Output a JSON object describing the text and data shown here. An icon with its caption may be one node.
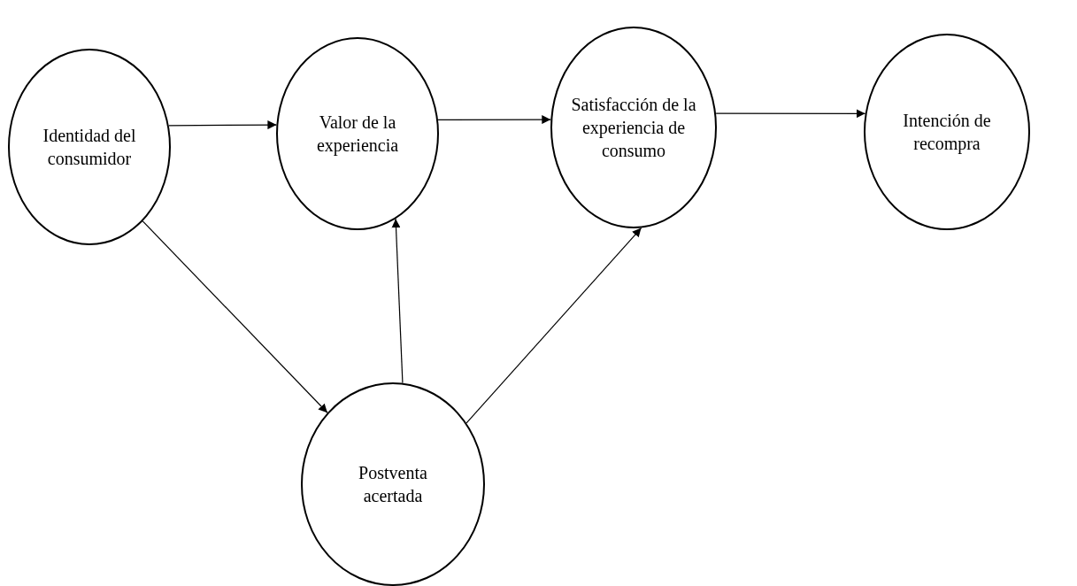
{
  "diagram": {
    "nodes": [
      {
        "text": [
          "Identidad del consumidor"
        ]
      },
      {
        "text": [
          "Valor de la experiencia"
        ]
      },
      {
        "text": [
          "Satisfacción de la experiencia de consumo"
        ]
      },
      {
        "text": [
          "Intención de recompra"
        ]
      },
      {
        "text": [
          "Postventa acertada"
        ]
      }
    ],
    "edges": [
      {
        "from": 0,
        "to": 1,
        "arrow": "to"
      },
      {
        "from": 1,
        "to": 2,
        "arrow": "to"
      },
      {
        "from": 2,
        "to": 3,
        "arrow": "to"
      },
      {
        "from": 0,
        "to": 4,
        "arrow": "to"
      },
      {
        "from": 4,
        "to": 1,
        "arrow": "to"
      },
      {
        "from": 4,
        "to": 2,
        "arrow": "to"
      }
    ]
  }
}
